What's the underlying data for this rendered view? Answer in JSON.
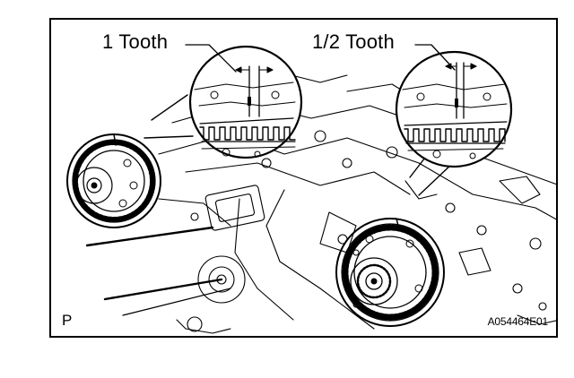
{
  "labels": {
    "one_tooth": "1 Tooth",
    "half_tooth": "1/2 Tooth",
    "view_letter": "P",
    "figure_code": "A054464E01"
  }
}
